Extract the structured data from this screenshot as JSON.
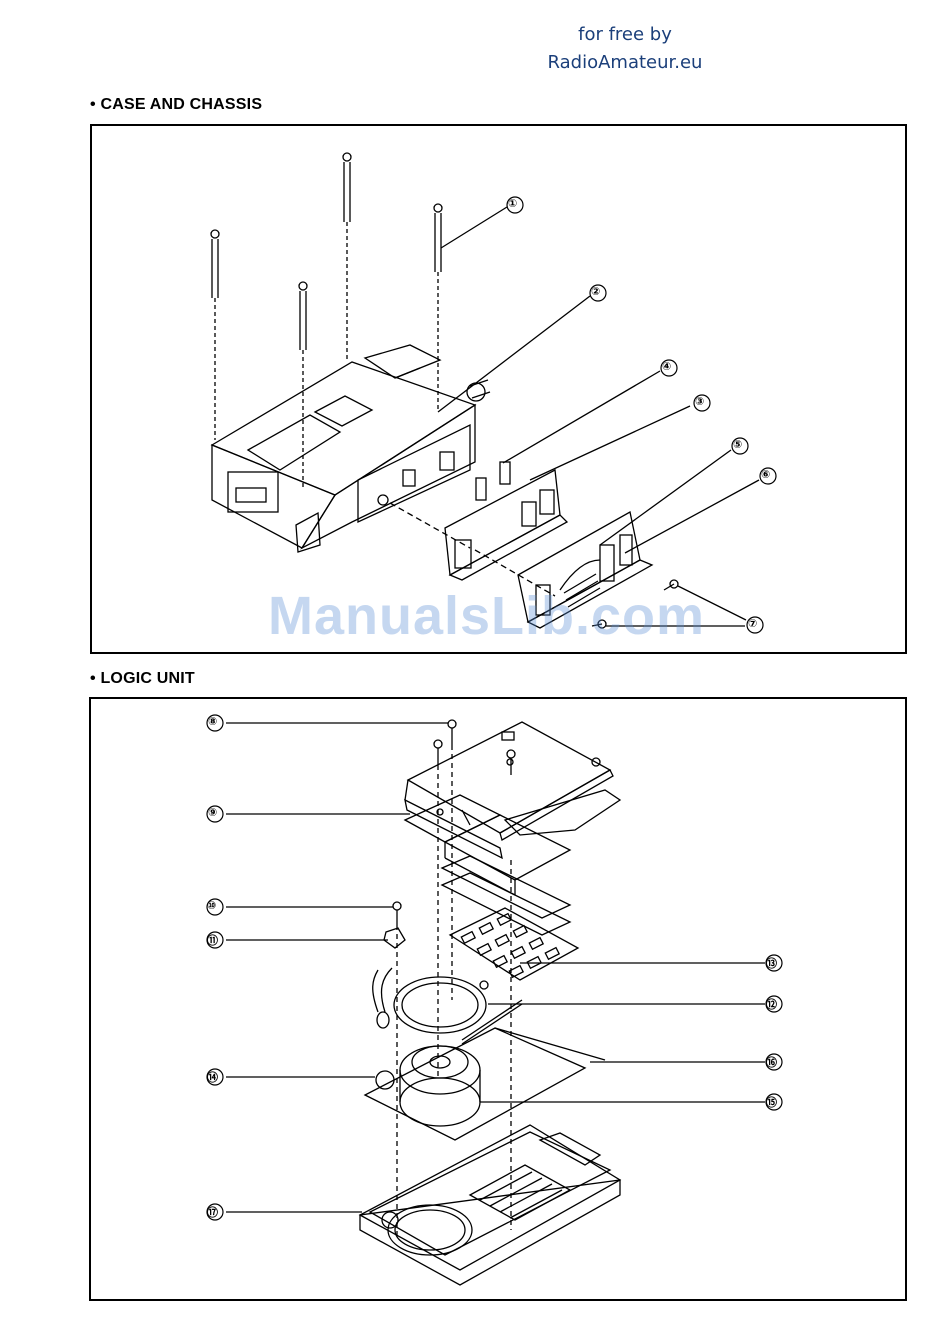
{
  "header": {
    "credit_line1": "for free by",
    "credit_line2": "RadioAmateur.eu"
  },
  "sections": [
    {
      "title": "• CASE AND CHASSIS",
      "callouts": [
        "①",
        "②",
        "③",
        "④",
        "⑤",
        "⑥",
        "⑦"
      ]
    },
    {
      "title": "• LOGIC UNIT",
      "callouts": [
        "⑧",
        "⑨",
        "⑩",
        "⑪",
        "⑫",
        "⑬",
        "⑭",
        "⑮",
        "⑯",
        "⑰"
      ]
    }
  ],
  "watermark": "ManualsLib.com",
  "colors": {
    "credit": "#1b3f7a",
    "watermark": "#5b8fd6",
    "line": "#000000"
  }
}
